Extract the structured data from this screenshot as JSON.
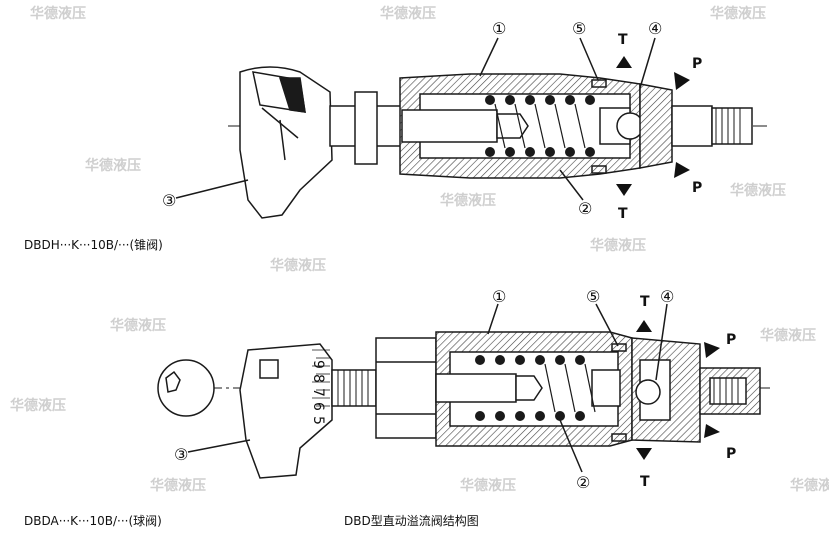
{
  "captions": {
    "top_model": "DBDH···K···10B/···(锥阀)",
    "bottom_model": "DBDA···K···10B/···(球阀)",
    "figure_title": "DBD型直动溢流阀结构图"
  },
  "callouts": {
    "n1": "①",
    "n2": "②",
    "n3": "③",
    "n4": "④",
    "n5": "⑤"
  },
  "ports": {
    "tank": "T",
    "pressure": "P"
  },
  "scale_digits": [
    "9",
    "8",
    "7",
    "6",
    "5"
  ],
  "watermark": "华德液压",
  "colors": {
    "line": "#1a1a1a",
    "hatch": "#444444",
    "watermark": "#cfcfcf"
  }
}
